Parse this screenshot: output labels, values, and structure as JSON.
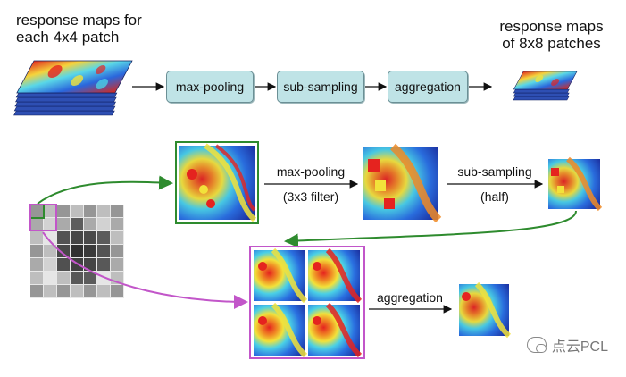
{
  "top": {
    "left_title_line1": "response maps for",
    "left_title_line2": "each 4x4 patch",
    "right_title_line1": "response maps",
    "right_title_line2": "of 8x8 patches",
    "stages": [
      "max-pooling",
      "sub-sampling",
      "aggregation"
    ]
  },
  "detail": {
    "maxpool_label": "max-pooling",
    "maxpool_sub": "(3x3 filter)",
    "subsample_label": "sub-sampling",
    "subsample_sub": "(half)",
    "aggregation_label": "aggregation"
  },
  "colors": {
    "stage_fill": "#bfe3e6",
    "green_frame": "#2e8b2e",
    "pink_frame": "#c256c9",
    "arrow": "#111111"
  },
  "watermark": {
    "text": "点云PCL"
  }
}
